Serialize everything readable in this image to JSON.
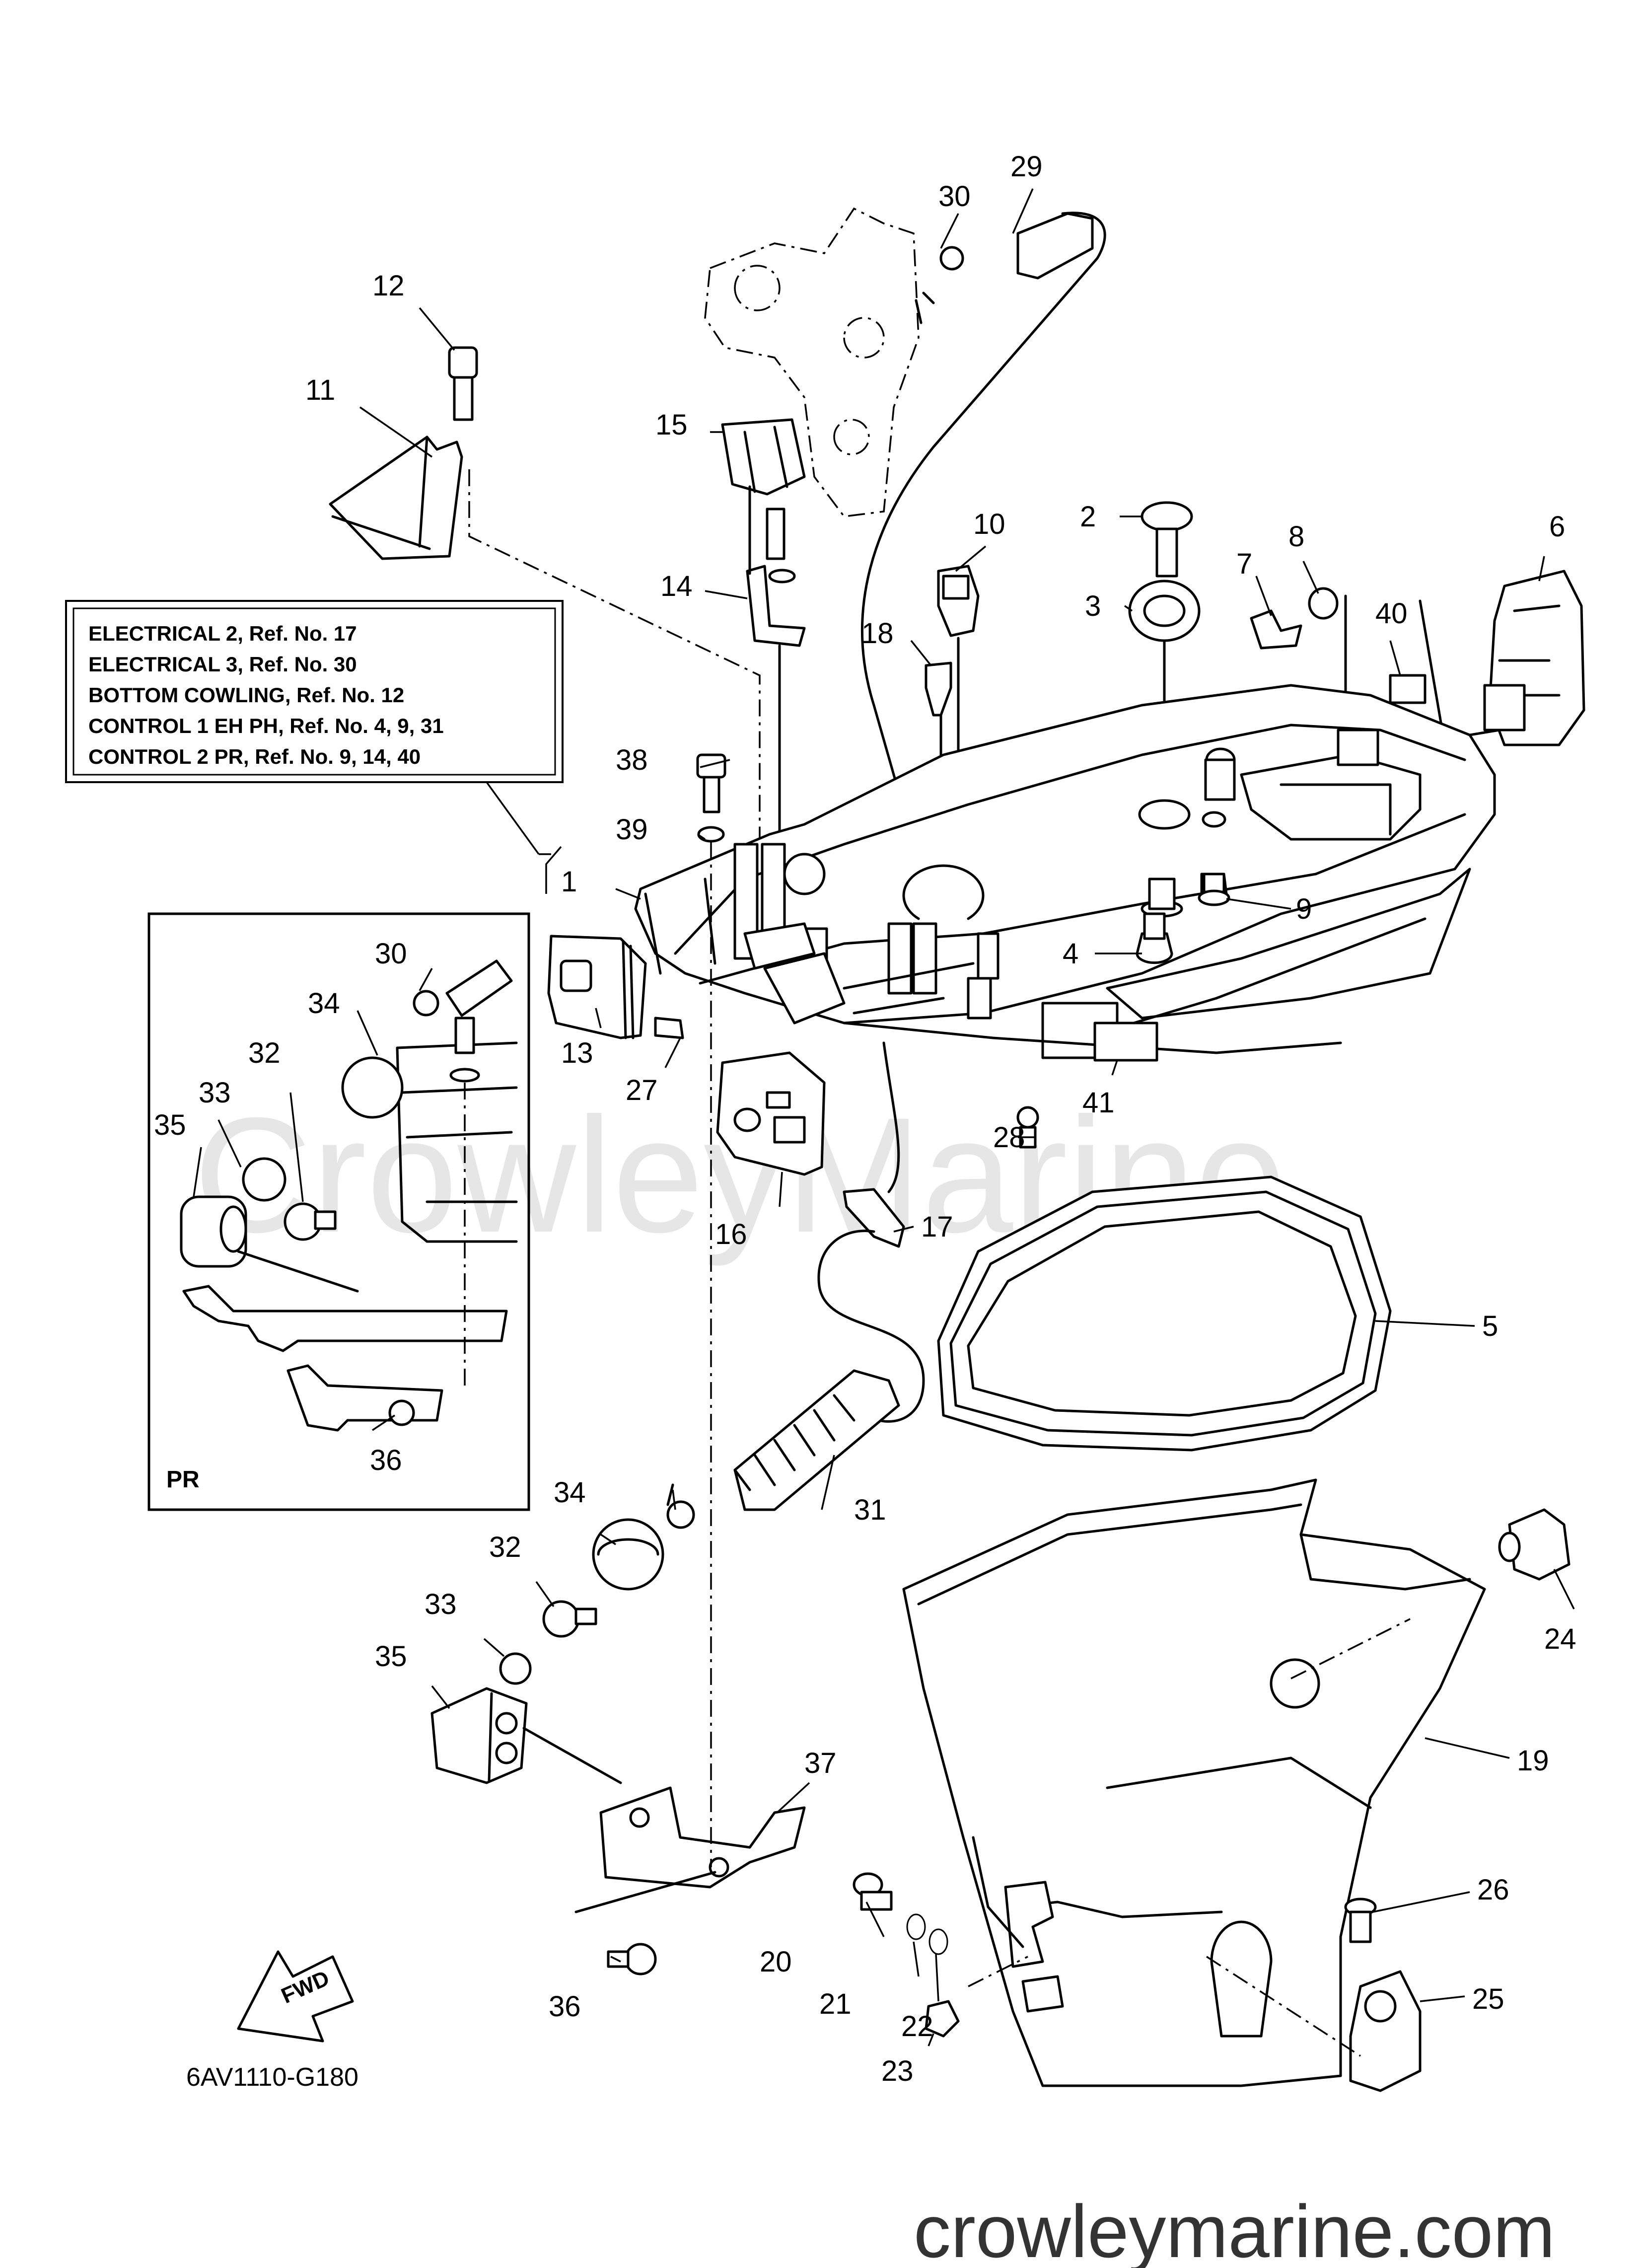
{
  "watermark": {
    "center_text": "CrowleyMarine",
    "bottom_url": "crowleymarine.com"
  },
  "diagram_code": "6AV1110-G180",
  "fwd_label": "FWD",
  "inset": {
    "label": "PR"
  },
  "note_box": {
    "lines": [
      "ELECTRICAL 2,  Ref. No. 17",
      "ELECTRICAL 3,  Ref. No. 30",
      "BOTTOM COWLING,  Ref. No. 12",
      "CONTROL 1 EH PH,  Ref. No. 4, 9, 31",
      "CONTROL 2 PR,  Ref. No. 9, 14, 40"
    ]
  },
  "callouts": {
    "c1": "1",
    "c2": "2",
    "c3": "3",
    "c4": "4",
    "c5": "5",
    "c6": "6",
    "c7": "7",
    "c8": "8",
    "c9": "9",
    "c10": "10",
    "c11": "11",
    "c12": "12",
    "c13": "13",
    "c14": "14",
    "c15": "15",
    "c16": "16",
    "c17": "17",
    "c18": "18",
    "c19": "19",
    "c20": "20",
    "c21": "21",
    "c22": "22",
    "c23": "23",
    "c24": "24",
    "c25": "25",
    "c26": "26",
    "c27": "27",
    "c28": "28",
    "c29": "29",
    "c30a": "30",
    "c30b": "30",
    "c31": "31",
    "c32a": "32",
    "c32b": "32",
    "c33a": "33",
    "c33b": "33",
    "c34a": "34",
    "c34b": "34",
    "c35a": "35",
    "c35b": "35",
    "c36a": "36",
    "c36b": "36",
    "c37": "37",
    "c38": "38",
    "c39": "39",
    "c40": "40",
    "c41": "41"
  }
}
